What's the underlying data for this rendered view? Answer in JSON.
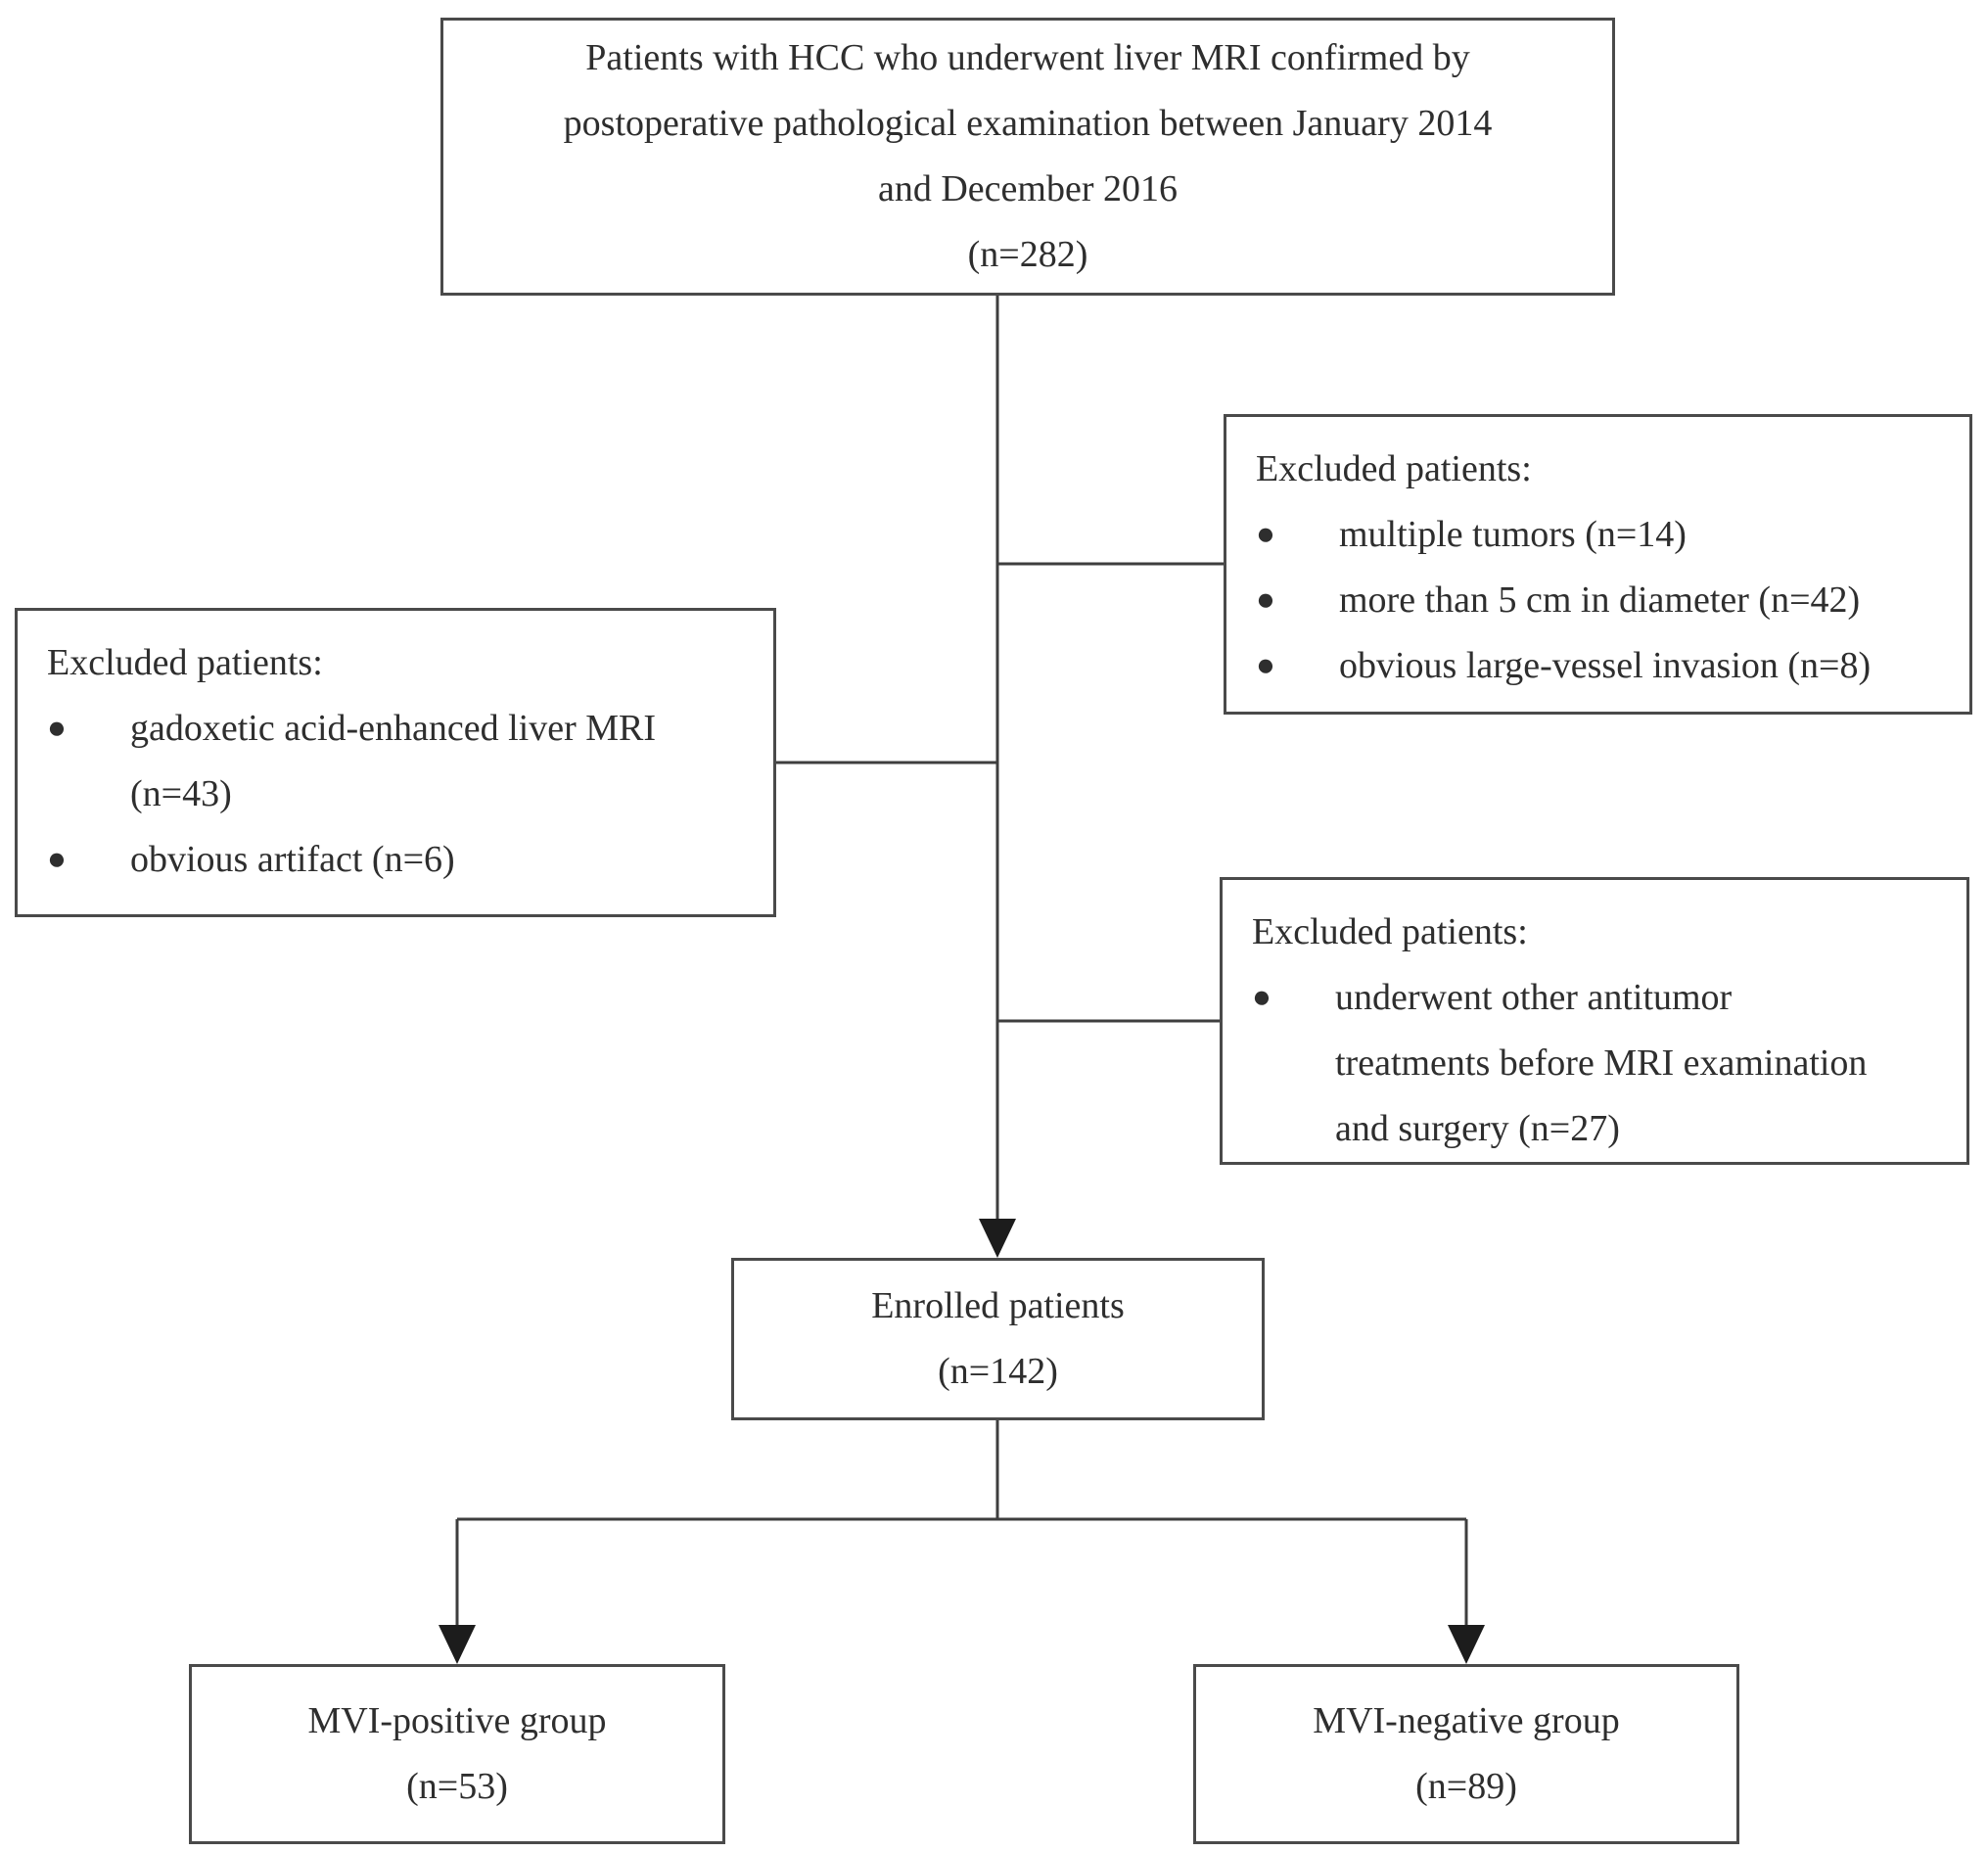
{
  "glyphs": {
    "bullet": "●"
  },
  "colors": {
    "background": "#ffffff",
    "box_border": "#4a4a4a",
    "connector_line": "#3e3e3e",
    "arrowhead": "#1c1c1c",
    "text": "#2e2e2e"
  },
  "nodes": {
    "top": {
      "lines": [
        "Patients with HCC who underwent liver MRI confirmed by",
        "postoperative pathological examination between January 2014",
        "and December 2016",
        "(n=282)"
      ]
    },
    "excluded_upper_right": {
      "heading": "Excluded patients:",
      "bullets": [
        [
          "multiple tumors (n=14)"
        ],
        [
          "more than 5 cm in diameter (n=42)"
        ],
        [
          "obvious large-vessel invasion (n=8)"
        ]
      ]
    },
    "excluded_left": {
      "heading": "Excluded patients:",
      "bullets": [
        [
          "gadoxetic acid-enhanced liver MRI",
          "(n=43)"
        ],
        [
          "obvious artifact (n=6)"
        ]
      ]
    },
    "excluded_lower_right": {
      "heading": "Excluded patients:",
      "bullets": [
        [
          "underwent other antitumor",
          "treatments before MRI examination",
          "and surgery (n=27)"
        ]
      ]
    },
    "enrolled": {
      "lines": [
        "Enrolled patients",
        "(n=142)"
      ]
    },
    "mvi_positive": {
      "lines": [
        "MVI-positive group",
        "(n=53)"
      ]
    },
    "mvi_negative": {
      "lines": [
        "MVI-negative group",
        "(n=89)"
      ]
    }
  }
}
